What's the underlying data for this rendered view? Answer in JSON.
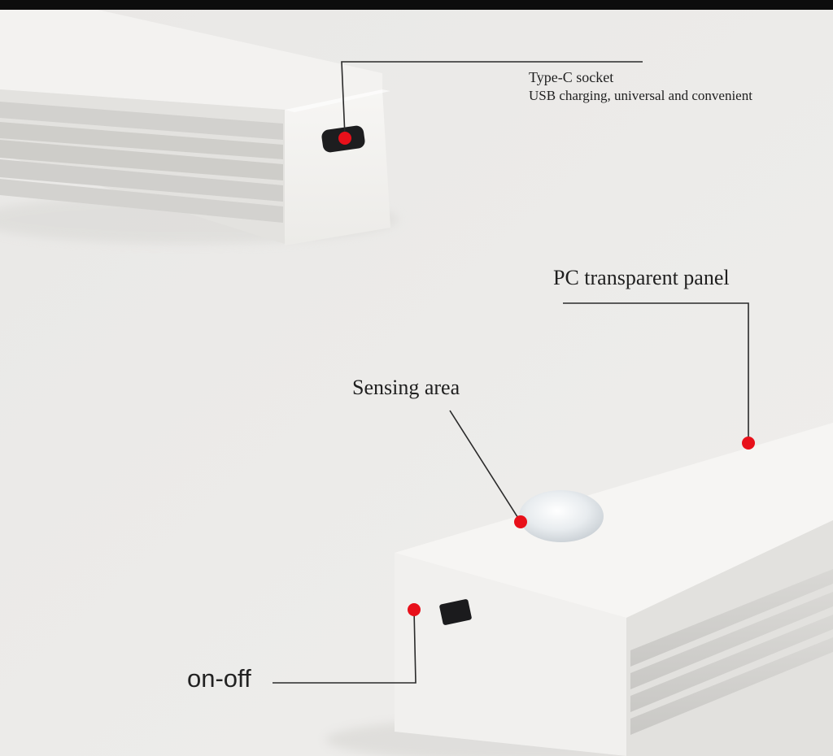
{
  "callouts": {
    "type_c": {
      "title": "Type-C socket",
      "description": "USB charging, universal and convenient"
    },
    "panel": {
      "label": "PC transparent panel"
    },
    "sensing": {
      "label": "Sensing area"
    },
    "switch": {
      "label": "on-off"
    }
  },
  "colors": {
    "marker": "#e8101a",
    "housing": "#f4f3f1",
    "background": "#ecebe9"
  }
}
